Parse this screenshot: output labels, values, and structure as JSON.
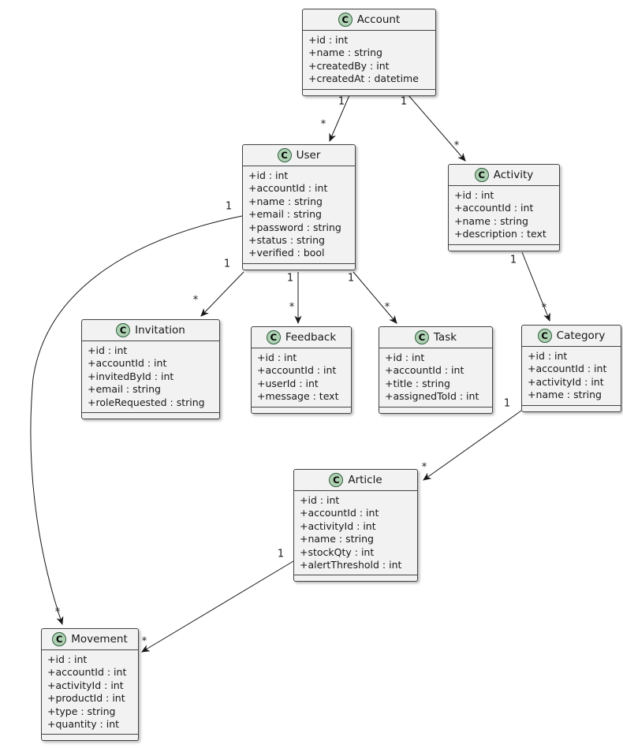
{
  "diagram": {
    "type": "uml-class-diagram",
    "icon": {
      "letter": "C",
      "bg_color": "#ADD1B2",
      "border_color": "#2e5c3b"
    },
    "colors": {
      "box_bg": "#F2F2F2",
      "box_border": "#434343",
      "line": "#181818",
      "text": "#181818"
    },
    "classes": [
      {
        "name": "Account",
        "attributes": [
          "+id : int",
          "+name : string",
          "+createdBy : int",
          "+createdAt : datetime"
        ]
      },
      {
        "name": "User",
        "attributes": [
          "+id : int",
          "+accountId : int",
          "+name : string",
          "+email : string",
          "+password : string",
          "+status : string",
          "+verified : bool"
        ]
      },
      {
        "name": "Activity",
        "attributes": [
          "+id : int",
          "+accountId : int",
          "+name : string",
          "+description : text"
        ]
      },
      {
        "name": "Invitation",
        "attributes": [
          "+id : int",
          "+accountId : int",
          "+invitedById : int",
          "+email : string",
          "+roleRequested : string"
        ]
      },
      {
        "name": "Feedback",
        "attributes": [
          "+id : int",
          "+accountId : int",
          "+userId : int",
          "+message : text"
        ]
      },
      {
        "name": "Task",
        "attributes": [
          "+id : int",
          "+accountId : int",
          "+title : string",
          "+assignedToId : int"
        ]
      },
      {
        "name": "Category",
        "attributes": [
          "+id : int",
          "+accountId : int",
          "+activityId : int",
          "+name : string"
        ]
      },
      {
        "name": "Article",
        "attributes": [
          "+id : int",
          "+accountId : int",
          "+activityId : int",
          "+name : string",
          "+stockQty : int",
          "+alertThreshold : int"
        ]
      },
      {
        "name": "Movement",
        "attributes": [
          "+id : int",
          "+accountId : int",
          "+activityId : int",
          "+productId : int",
          "+type : string",
          "+quantity : int"
        ]
      }
    ],
    "relations": [
      {
        "from": "Account",
        "to": "User",
        "source_multiplicity": "1",
        "target_multiplicity": "*"
      },
      {
        "from": "Account",
        "to": "Activity",
        "source_multiplicity": "1",
        "target_multiplicity": "*"
      },
      {
        "from": "User",
        "to": "Movement",
        "source_multiplicity": "1",
        "target_multiplicity": "*"
      },
      {
        "from": "User",
        "to": "Invitation",
        "source_multiplicity": "1",
        "target_multiplicity": "*"
      },
      {
        "from": "User",
        "to": "Feedback",
        "source_multiplicity": "1",
        "target_multiplicity": "*"
      },
      {
        "from": "User",
        "to": "Task",
        "source_multiplicity": "1",
        "target_multiplicity": "*"
      },
      {
        "from": "Activity",
        "to": "Category",
        "source_multiplicity": "1",
        "target_multiplicity": "*"
      },
      {
        "from": "Category",
        "to": "Article",
        "source_multiplicity": "1",
        "target_multiplicity": "*"
      },
      {
        "from": "Article",
        "to": "Movement",
        "source_multiplicity": "1",
        "target_multiplicity": "*"
      }
    ]
  }
}
